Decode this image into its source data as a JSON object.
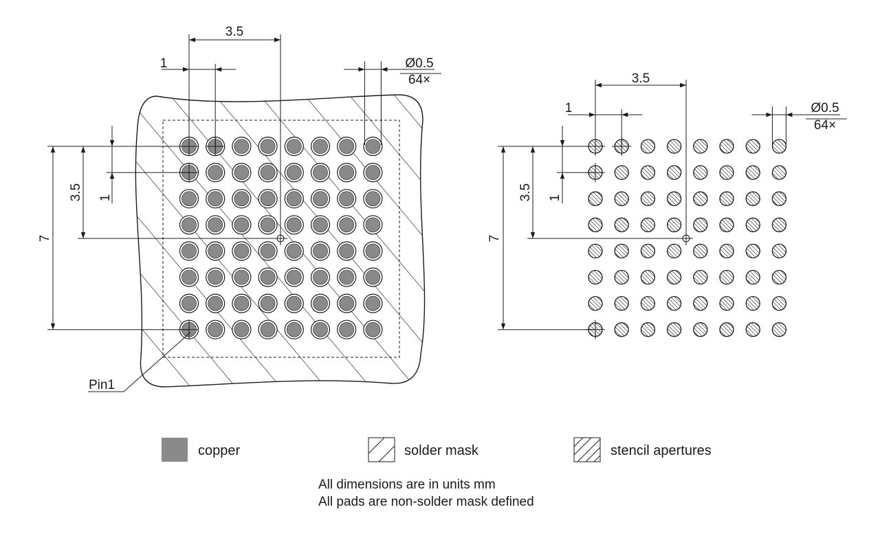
{
  "left_view": {
    "pitch_label": "1",
    "span_label": "3.5",
    "diameter_label": "Ø0.5",
    "count_label": "64×",
    "v_half_label": "3.5",
    "v_full_label": "7",
    "v_pitch_label": "1",
    "pin1_label": "Pin1"
  },
  "right_view": {
    "pitch_label": "1",
    "span_label": "3.5",
    "diameter_label": "Ø0.5",
    "count_label": "64×",
    "v_half_label": "3.5",
    "v_full_label": "7",
    "v_pitch_label": "1"
  },
  "grid": {
    "rows": 8,
    "cols": 8,
    "pad_count": 64
  },
  "legend": [
    {
      "label": "copper"
    },
    {
      "label": "solder mask"
    },
    {
      "label": "stencil apertures"
    }
  ],
  "notes": [
    "All dimensions are in units mm",
    "All pads are non-solder mask defined"
  ],
  "colors": {
    "copper": "#8a8a8a",
    "line": "#1a1a1a",
    "background": "#ffffff"
  }
}
